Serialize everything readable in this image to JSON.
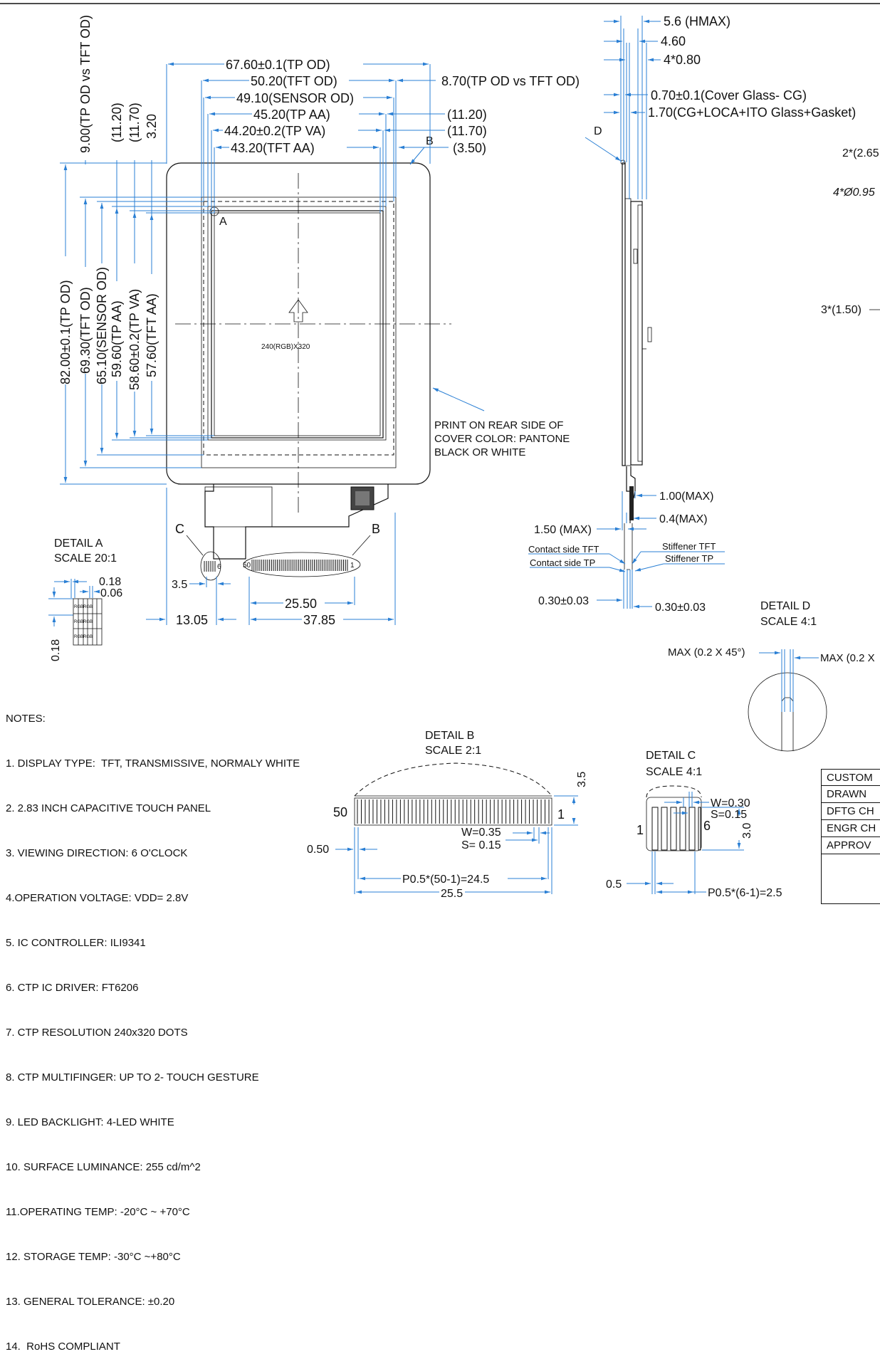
{
  "front_view": {
    "horizontal_dims": [
      "67.60±0.1(TP OD)",
      "50.20(TFT OD)",
      "49.10(SENSOR OD)",
      "45.20(TP AA)",
      "44.20±0.2(TP VA)",
      "43.20(TFT AA)"
    ],
    "right_dims": [
      "8.70(TP OD vs TFT OD)",
      "(11.20)",
      "(11.70)",
      "(3.50)"
    ],
    "left_top_dims": [
      "9.00(TP OD vs TFT OD)",
      "(11.20)",
      "(11.70)",
      "3.20"
    ],
    "vertical_dims": [
      "82.00±0.1(TP OD)",
      "69.30(TFT OD)",
      "65.10(SENSOR OD)",
      "59.60(TP AA)",
      "58.60±0.2(TP VA)",
      "57.60(TFT AA)"
    ],
    "resolution": "240(RGB)X320",
    "print_note": [
      "PRINT ON REAR SIDE OF",
      "COVER COLOR: PANTONE",
      "BLACK OR WHITE"
    ],
    "labels": {
      "a": "A",
      "b": "B",
      "c": "C",
      "b2": "B"
    },
    "fpc_pins": {
      "left": "50",
      "right": "1",
      "c_pin": "6"
    },
    "bottom_dims": [
      "3.5",
      "25.50",
      "13.05",
      "37.85"
    ]
  },
  "detail_a": {
    "title": "DETAIL A",
    "scale": "SCALE 20:1",
    "dims": [
      "0.18",
      "0.06",
      "0.18"
    ],
    "pixel_labels": [
      "RGBRGB",
      "RGBRGB",
      "RGBRGB"
    ]
  },
  "side_view": {
    "top_dims": [
      "5.6 (HMAX)",
      "4.60",
      "4*0.80",
      "0.70±0.1(Cover Glass- CG)",
      "1.70(CG+LOCA+ITO Glass+Gasket)"
    ],
    "label_d": "D",
    "bottom_dims": [
      "1.00(MAX)",
      "0.4(MAX)",
      "1.50 (MAX)"
    ],
    "contact_labels": [
      "Contact side TFT",
      "Contact side TP",
      "Stiffener TFT",
      "Stiffener TP"
    ],
    "thickness_dims": [
      "0.30±0.03",
      "0.30±0.03"
    ]
  },
  "far_right": {
    "labels": [
      "2*(2.65",
      "4*Ø0.95",
      "3*(1.50)"
    ]
  },
  "detail_d": {
    "title": "DETAIL D",
    "scale": "SCALE 4:1",
    "dims": [
      "MAX (0.2 X 45°)",
      "MAX (0.2 X"
    ]
  },
  "detail_b": {
    "title": "DETAIL B",
    "scale": "SCALE 2:1",
    "pins": {
      "left": "50",
      "right": "1"
    },
    "dims": [
      "3.5",
      "0.50",
      "W=0.35",
      "S= 0.15",
      "P0.5*(50-1)=24.5",
      "25.5"
    ]
  },
  "detail_c": {
    "title": "DETAIL C",
    "scale": "SCALE 4:1",
    "pins": {
      "left": "1",
      "right": "6"
    },
    "dims": [
      "W=0.30",
      "S=0.15",
      "3.0",
      "0.5",
      "P0.5*(6-1)=2.5"
    ]
  },
  "notes": [
    "NOTES:",
    "1. DISPLAY TYPE:  TFT, TRANSMISSIVE, NORMALY WHITE",
    "2. 2.83 INCH CAPACITIVE TOUCH PANEL",
    "3. VIEWING DIRECTION: 6 O'CLOCK",
    "4.OPERATION VOLTAGE: VDD= 2.8V",
    "5. IC CONTROLLER: ILI9341",
    "6. CTP IC DRIVER: FT6206",
    "7. CTP RESOLUTION 240x320 DOTS",
    "8. CTP MULTIFINGER: UP TO 2- TOUCH GESTURE",
    "9. LED BACKLIGHT: 4-LED WHITE",
    "10. SURFACE LUMINANCE: 255 cd/m^2",
    "11.OPERATING TEMP: -20°C ~ +70°C",
    "12. STORAGE TEMP: -30°C ~+80°C",
    "13. GENERAL TOLERANCE: ±0.20",
    "14.  RoHS COMPLIANT"
  ],
  "title_block": [
    "CUSTOM",
    "DRAWN",
    "DFTG CH",
    "ENGR CH",
    "APPROV"
  ]
}
